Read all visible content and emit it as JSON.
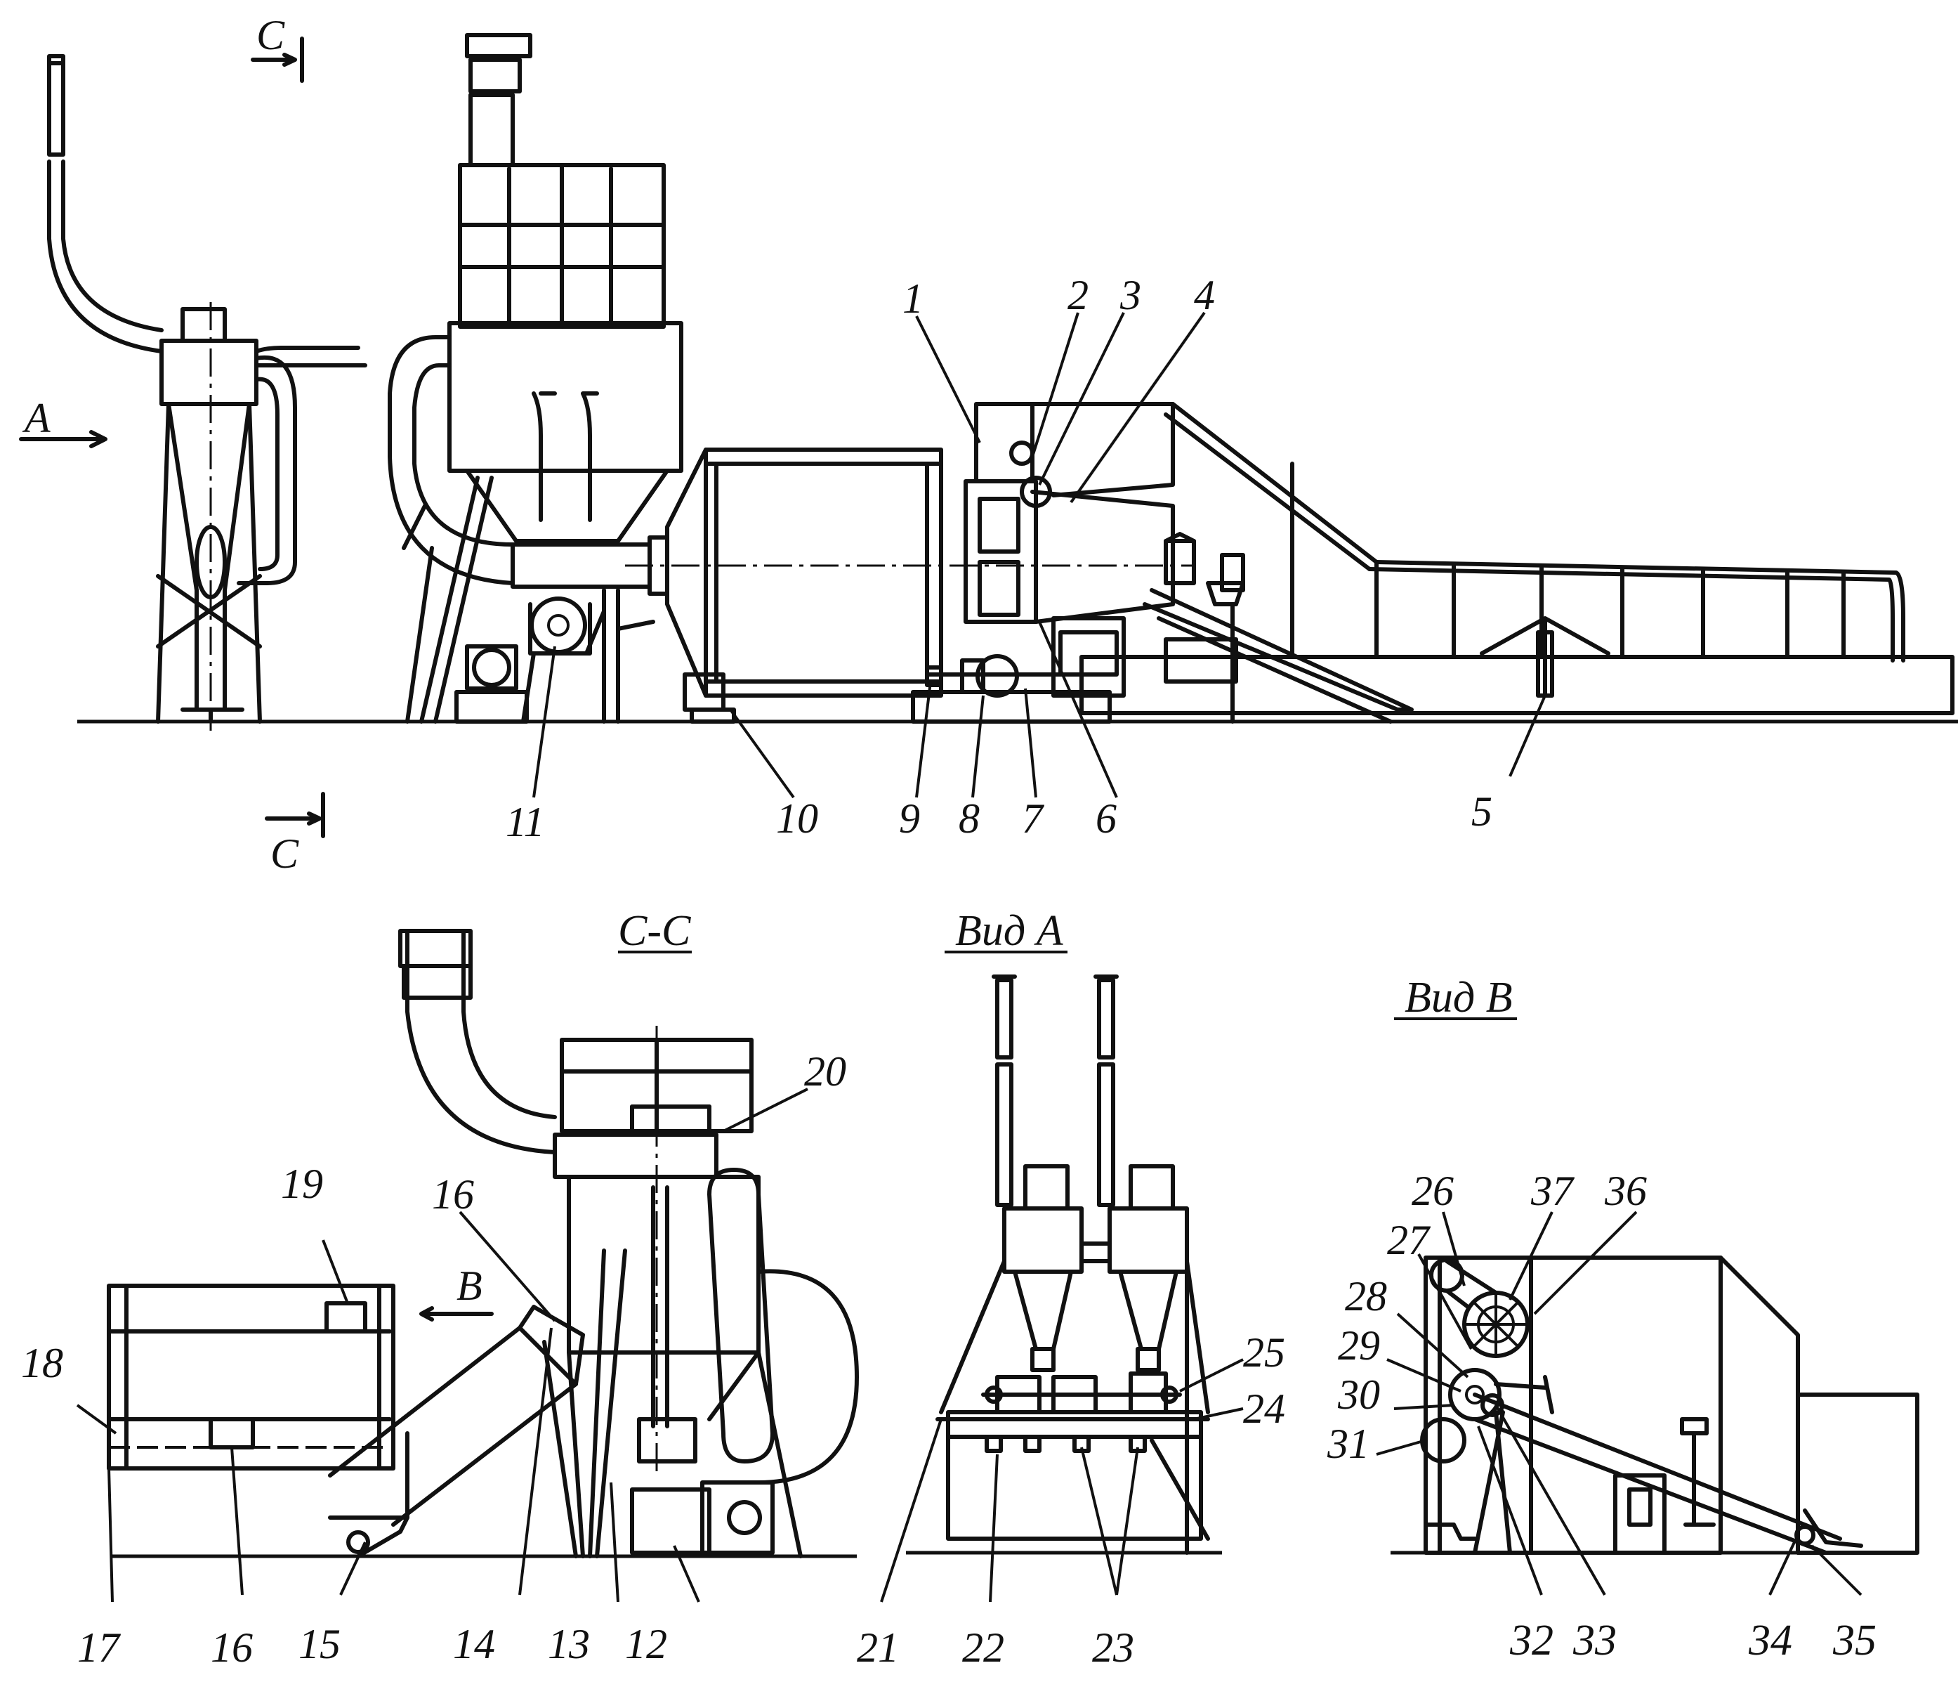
{
  "labels": {
    "l1": "1",
    "l2": "2",
    "l3": "3",
    "l4": "4",
    "l5": "5",
    "l6": "6",
    "l7": "7",
    "l8": "8",
    "l9": "9",
    "l10": "10",
    "l11": "11",
    "l12": "12",
    "l13": "13",
    "l14": "14",
    "l15": "15",
    "l16": "16",
    "l16b": "16",
    "l17": "17",
    "l18": "18",
    "l19": "19",
    "l20": "20",
    "l21": "21",
    "l22": "22",
    "l23": "23",
    "l24": "24",
    "l25": "25",
    "l26": "26",
    "l27": "27",
    "l28": "28",
    "l29": "29",
    "l30": "30",
    "l31": "31",
    "l32": "32",
    "l33": "33",
    "l34": "34",
    "l35": "35",
    "l36": "36",
    "l37": "37"
  },
  "markers": {
    "arrow_a": "A",
    "arrow_b": "B",
    "section_c_top": "C",
    "section_c_bottom": "C"
  },
  "titles": {
    "section_cc": "C-C",
    "view_a": "Вид А",
    "view_b": "Вид В"
  }
}
